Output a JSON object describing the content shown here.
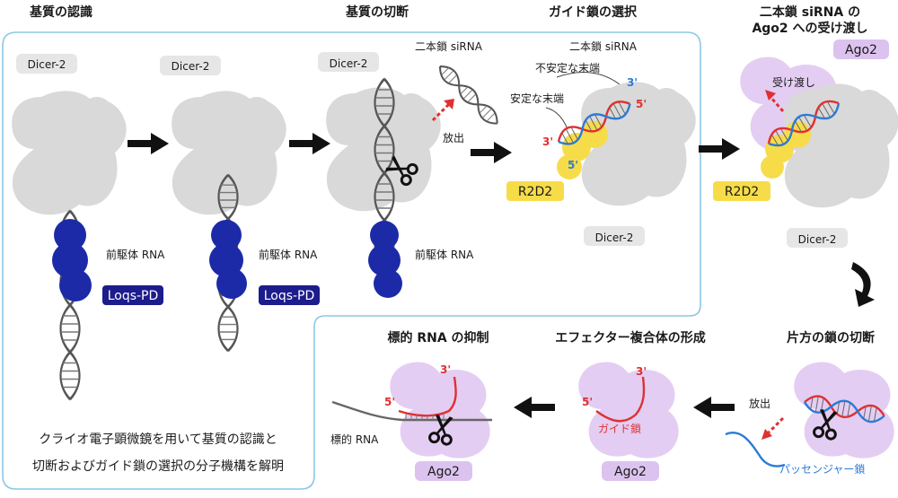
{
  "titles": {
    "recognition": "基質の認識",
    "cleavage": "基質の切断",
    "guide_selection": "ガイド鎖の選択",
    "handover_line1": "二本鎖 siRNA の",
    "handover_line2": "Ago2 への受け渡し",
    "one_strand_cleavage": "片方の鎖の切断",
    "effector_formation": "エフェクター複合体の形成",
    "target_suppression": "標的 RNA の抑制"
  },
  "labels": {
    "dicer2": "Dicer-2",
    "precursor_rna": "前駆体 RNA",
    "loqs_pd": "Loqs-PD",
    "double_strand_sirna": "二本鎖 siRNA",
    "release": "放出",
    "unstable_end": "不安定な末端",
    "stable_end": "安定な末端",
    "r2d2": "R2D2",
    "ago2": "Ago2",
    "handover": "受け渡し",
    "guide_strand": "ガイド鎖",
    "passenger_strand": "パッセンジャー鎖",
    "target_rna": "標的 RNA",
    "end3": "3'",
    "end5": "5'"
  },
  "caption": {
    "line1": "クライオ電子顕微鏡を用いて基質の認識と",
    "line2": "切断およびガイド鎖の選択の分子機構を解明"
  },
  "colors": {
    "dicer": "#d9d9d9",
    "loqs": "#1c2aa8",
    "loqs_label_bg": "#1c1c8c",
    "r2d2": "#f7dc4a",
    "ago2": "#e4cdf2",
    "ago2_label_bg": "#dcc3ef",
    "strand_red": "#e03030",
    "strand_blue": "#2b7bd6",
    "frame": "#8cc7e6",
    "arrow": "#111111"
  }
}
